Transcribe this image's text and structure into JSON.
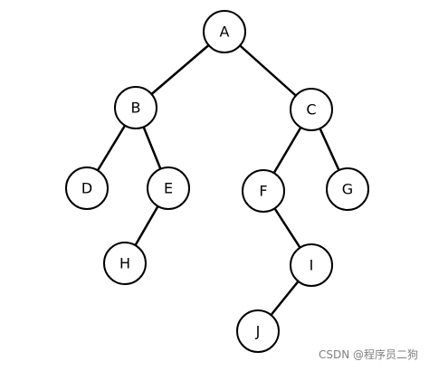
{
  "diagram": {
    "nodes": [
      {
        "id": "A",
        "label": "A"
      },
      {
        "id": "B",
        "label": "B"
      },
      {
        "id": "C",
        "label": "C"
      },
      {
        "id": "D",
        "label": "D"
      },
      {
        "id": "E",
        "label": "E"
      },
      {
        "id": "F",
        "label": "F"
      },
      {
        "id": "G",
        "label": "G"
      },
      {
        "id": "H",
        "label": "H"
      },
      {
        "id": "I",
        "label": "I"
      },
      {
        "id": "J",
        "label": "J"
      }
    ],
    "edges": [
      {
        "from": "A",
        "to": "B"
      },
      {
        "from": "A",
        "to": "C"
      },
      {
        "from": "B",
        "to": "D"
      },
      {
        "from": "B",
        "to": "E"
      },
      {
        "from": "E",
        "to": "H"
      },
      {
        "from": "C",
        "to": "F"
      },
      {
        "from": "C",
        "to": "G"
      },
      {
        "from": "F",
        "to": "I"
      },
      {
        "from": "I",
        "to": "J"
      }
    ]
  },
  "watermark": "CSDN @程序员二狗"
}
